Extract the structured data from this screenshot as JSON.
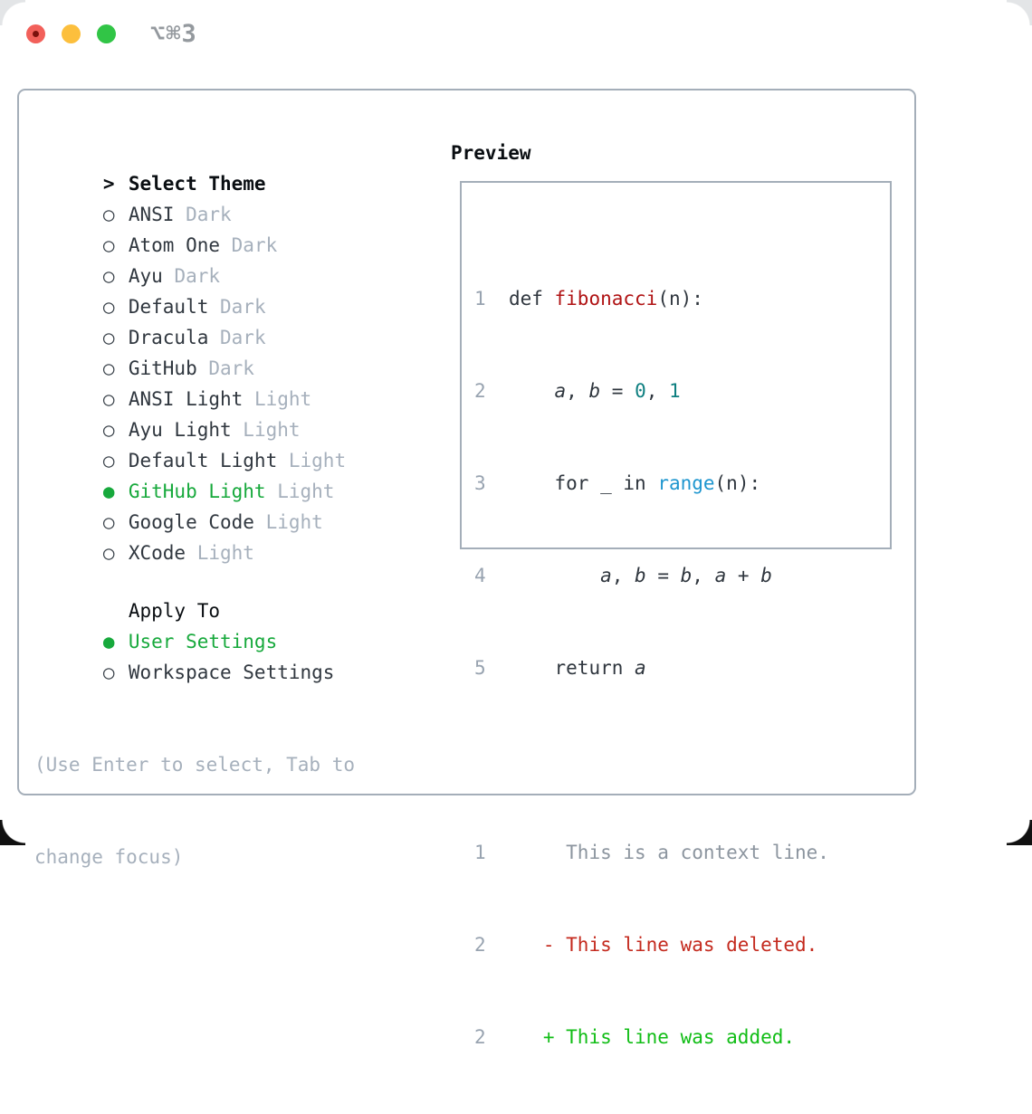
{
  "titlebar": {
    "shortcut": "⌥⌘3"
  },
  "colors": {
    "accent_green": "#17a93c",
    "panel_border": "#a4aeb9",
    "muted_gray": "#a6b0bc",
    "function_red": "#b01314",
    "number_teal": "#0e7f80",
    "builtin_blue": "#1e96cf",
    "diff_deleted_red": "#c42a1e",
    "diff_added_green": "#10bd15",
    "traffic_red": "#f2605a",
    "traffic_yellow": "#fcbf3d",
    "traffic_green": "#31c546"
  },
  "theme_picker": {
    "prompt": ">",
    "title": "Select Theme",
    "themes": [
      {
        "bullet": "○",
        "name": "ANSI",
        "variant": "Dark",
        "selected": false
      },
      {
        "bullet": "○",
        "name": "Atom One",
        "variant": "Dark",
        "selected": false
      },
      {
        "bullet": "○",
        "name": "Ayu",
        "variant": "Dark",
        "selected": false
      },
      {
        "bullet": "○",
        "name": "Default",
        "variant": "Dark",
        "selected": false
      },
      {
        "bullet": "○",
        "name": "Dracula",
        "variant": "Dark",
        "selected": false
      },
      {
        "bullet": "○",
        "name": "GitHub",
        "variant": "Dark",
        "selected": false
      },
      {
        "bullet": "○",
        "name": "ANSI Light",
        "variant": "Light",
        "selected": false
      },
      {
        "bullet": "○",
        "name": "Ayu Light",
        "variant": "Light",
        "selected": false
      },
      {
        "bullet": "○",
        "name": "Default Light",
        "variant": "Light",
        "selected": false
      },
      {
        "bullet": "●",
        "name": "GitHub Light",
        "variant": "Light",
        "selected": true
      },
      {
        "bullet": "○",
        "name": "Google Code",
        "variant": "Light",
        "selected": false
      },
      {
        "bullet": "○",
        "name": "XCode",
        "variant": "Light",
        "selected": false
      }
    ],
    "apply_to": {
      "title": "Apply To",
      "options": [
        {
          "bullet": "●",
          "label": "User Settings",
          "selected": true
        },
        {
          "bullet": "○",
          "label": "Workspace Settings",
          "selected": false
        }
      ]
    },
    "hint_line1": "(Use Enter to select, Tab to",
    "hint_line2": "change focus)"
  },
  "preview": {
    "title": "Preview",
    "code": {
      "l1": {
        "num": "1",
        "p1": "def ",
        "fn": "fibonacci",
        "p2": "(n):"
      },
      "l2": {
        "num": "2",
        "p1": "    ",
        "v1": "a",
        "p2": ", ",
        "v2": "b",
        "p3": " = ",
        "n1": "0",
        "p4": ", ",
        "n2": "1"
      },
      "l3": {
        "num": "3",
        "p1": "    for _ in ",
        "fn": "range",
        "p2": "(n):"
      },
      "l4": {
        "num": "4",
        "p1": "        ",
        "v1": "a",
        "p2": ", ",
        "v2": "b",
        "p3": " = ",
        "v3": "b",
        "p4": ", ",
        "v4": "a",
        "p5": " + ",
        "v5": "b"
      },
      "l5": {
        "num": "5",
        "p1": "    return ",
        "v1": "a"
      }
    },
    "diff": {
      "l1": {
        "num": "1",
        "text": "     This is a context line."
      },
      "l2": {
        "num": "2",
        "text": "   - This line was deleted."
      },
      "l3": {
        "num": "2",
        "text": "   + This line was added."
      }
    }
  }
}
